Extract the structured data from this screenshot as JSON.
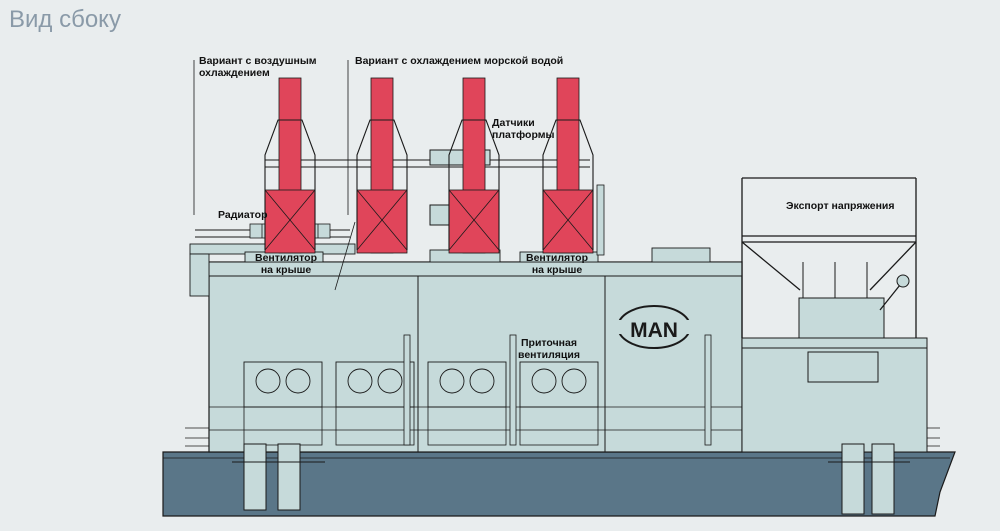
{
  "title": "Вид сбоку",
  "labels": {
    "air_cooling_line1": "Вариант с воздушным",
    "air_cooling_line2": "охлаждением",
    "sea_cooling": "Вариант с охлаждением морской водой",
    "platform_sensors_line1": "Датчики",
    "platform_sensors_line2": "платформы",
    "radiator": "Радиатор",
    "fan1_line1": "Вентилятор",
    "fan1_line2": "на крыше",
    "fan2_line1": "Вентилятор",
    "fan2_line2": "на крыше",
    "export": "Экспорт напряжения",
    "supply_line1": "Приточная",
    "supply_line2": "вентиляция",
    "logo": "MAN"
  },
  "colors": {
    "background": "#e9edee",
    "hull": "#5a7688",
    "building": "#c6dada",
    "stack": "#e0455a",
    "line": "#1a1a1a",
    "title": "#8a9aa8"
  }
}
